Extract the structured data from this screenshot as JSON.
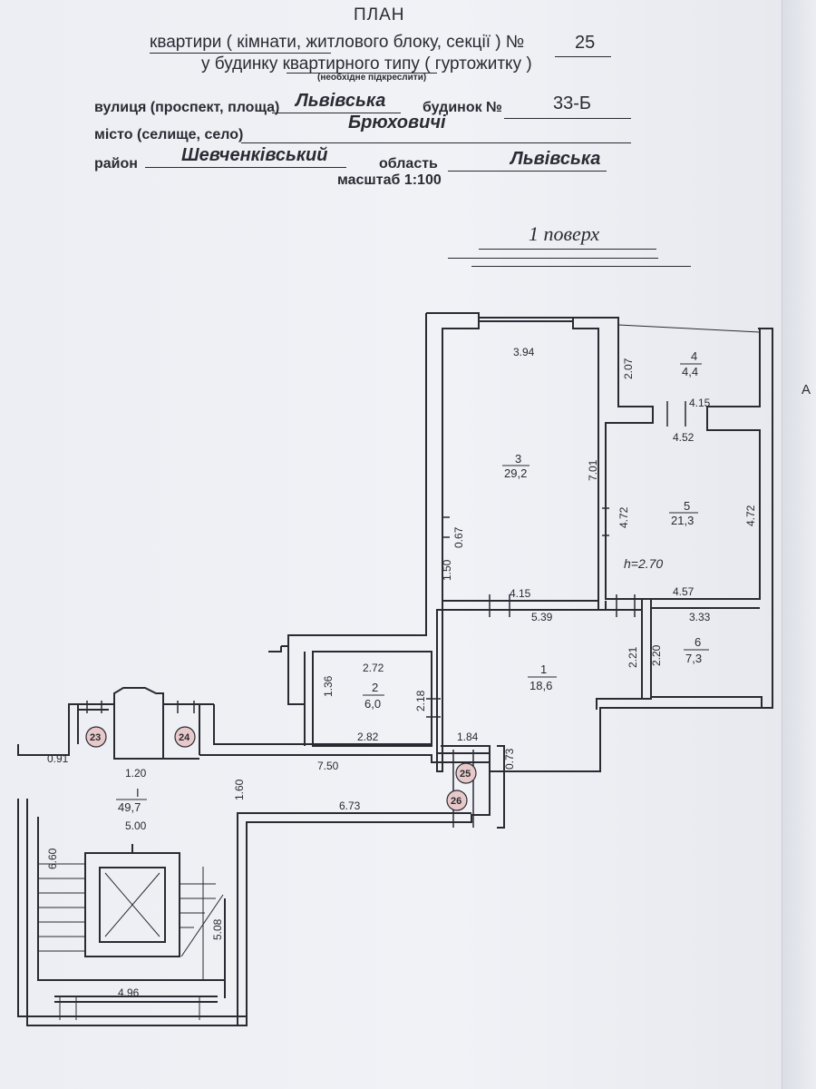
{
  "header": {
    "title": "ПЛАН",
    "line1": "квартири ( кімнати, житлового блоку, секції ) №",
    "apartment_number": "25",
    "line2": "у будинку квартирного типу ( гуртожитку )",
    "note": "(необхідне підкреслити)",
    "street_label": "вулиця (проспект, площа)",
    "street_value": "Львівська",
    "building_label": "будинок №",
    "building_value": "33-Б",
    "city_label": "місто (селище, село)",
    "city_value": "Брюховичі",
    "district_label": "район",
    "district_value": "Шевченківський",
    "region_label": "область",
    "region_value": "Львівська",
    "scale": "масштаб 1:100"
  },
  "floor_label": "1 поверх",
  "rooms": [
    {
      "num": "1",
      "area": "18,6"
    },
    {
      "num": "2",
      "area": "6,0"
    },
    {
      "num": "3",
      "area": "29,2"
    },
    {
      "num": "4",
      "area": "4,4"
    },
    {
      "num": "5",
      "area": "21,3"
    },
    {
      "num": "6",
      "area": "7,3"
    },
    {
      "num": "I",
      "area": "49,7"
    }
  ],
  "dimensions": {
    "r3_top": "3.94",
    "r3_right": "7.01",
    "r3_inner": "0.67",
    "r3_left": "1.50",
    "r3_bottom": "4.15",
    "r4_left": "2.07",
    "r4_bottom": "4.15",
    "r5_top": "4.52",
    "r5_left": "4.72",
    "r5_right": "4.72",
    "r5_bottom": "4.57",
    "r1_top": "5.39",
    "r1_left": "2.21",
    "r1_right_door": "0.73",
    "r6_top": "3.33",
    "r6_left": "2.20",
    "r2_top": "2.72",
    "r2_left": "1.36",
    "r2_right": "2.18",
    "r2_bottom": "2.82",
    "corr_door": "1.84",
    "corr_top": "7.50",
    "corr_bottom": "6.73",
    "corr_left": "1.60",
    "left_stub": "0.91",
    "stub_width": "1.20",
    "hall_top": "5.00",
    "hall_left": "6.60",
    "hall_right": "5.08",
    "hall_bottom": "4.96"
  },
  "height_note": "h=2.70",
  "tags": [
    "23",
    "24",
    "25",
    "26"
  ],
  "edge_letter": "А"
}
